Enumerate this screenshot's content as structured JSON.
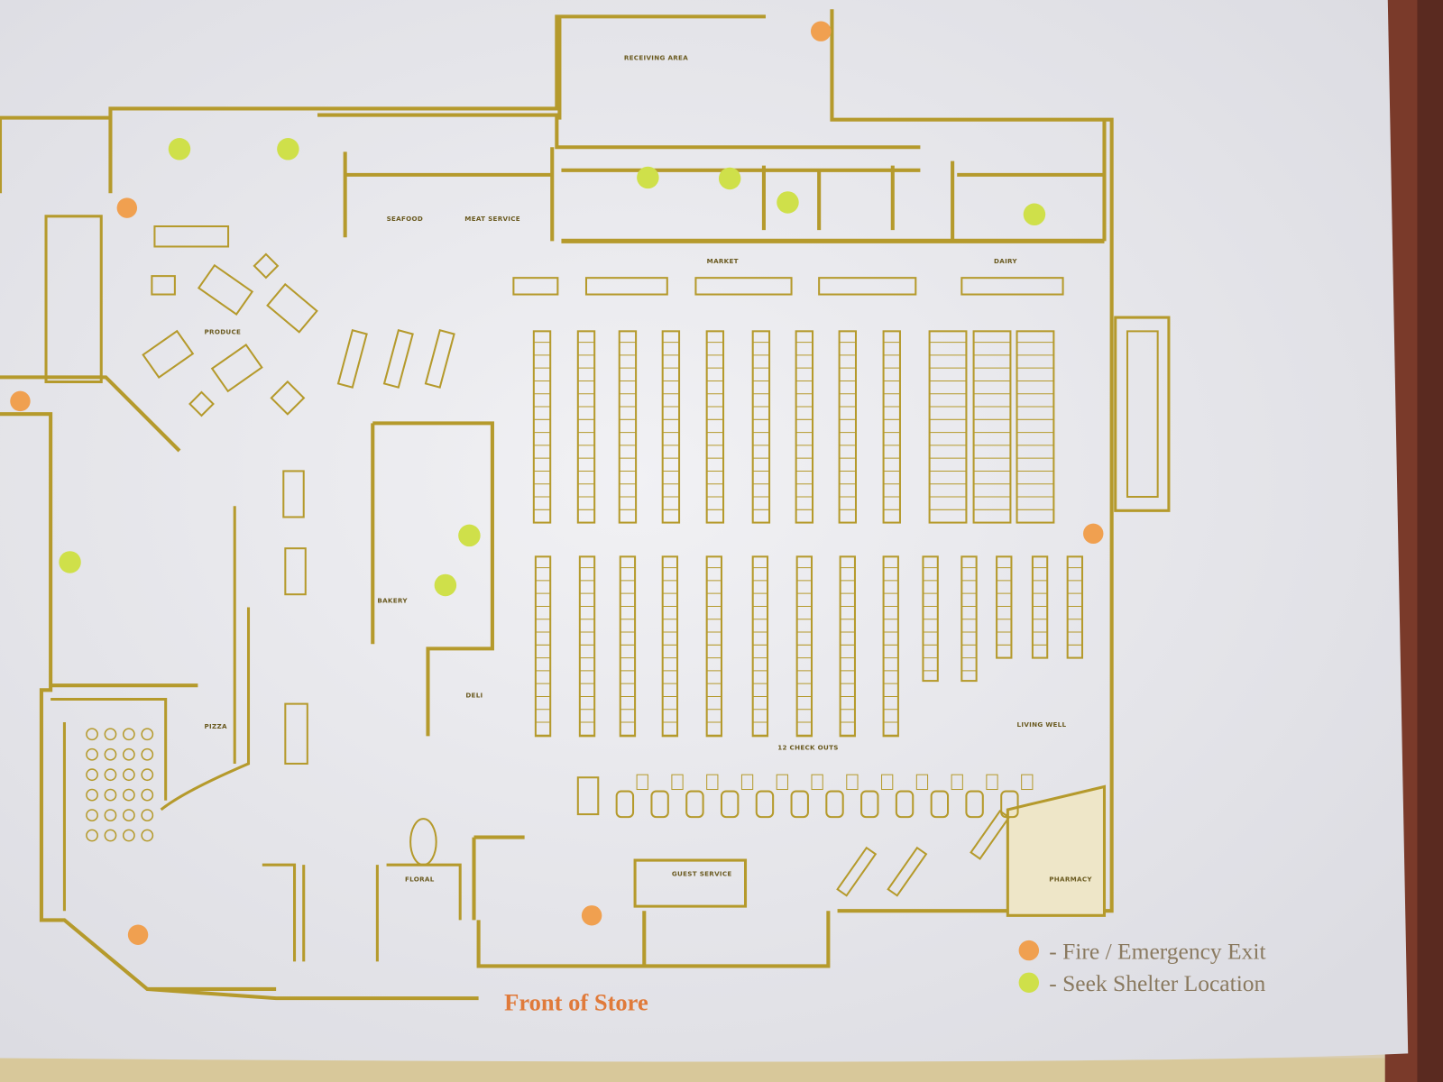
{
  "colors": {
    "wall": "#b59a2c",
    "paper": "#e6e6ea",
    "exit_marker": "#f0a050",
    "shelter_marker": "#cfe04a",
    "frame": "#7a3a2a",
    "front_label": "#e07a3a"
  },
  "areas": {
    "receiving": "RECEIVING AREA",
    "seafood": "SEAFOOD",
    "meat_service": "MEAT SERVICE",
    "market": "MARKET",
    "dairy": "DAIRY",
    "produce": "PRODUCE",
    "bakery": "BAKERY",
    "deli": "DELI",
    "pizza": "PIZZA",
    "floral": "FLORAL",
    "guest_service": "GUEST SERVICE",
    "pharmacy": "PHARMACY",
    "checkouts": "12 CHECK OUTS",
    "living_well": "LIVING WELL"
  },
  "legend": {
    "exit_label": "- Fire / Emergency Exit",
    "shelter_label": "- Seek Shelter Location",
    "exit_icon": "orange-dot",
    "shelter_icon": "green-dot"
  },
  "front_label": "Front of Store"
}
